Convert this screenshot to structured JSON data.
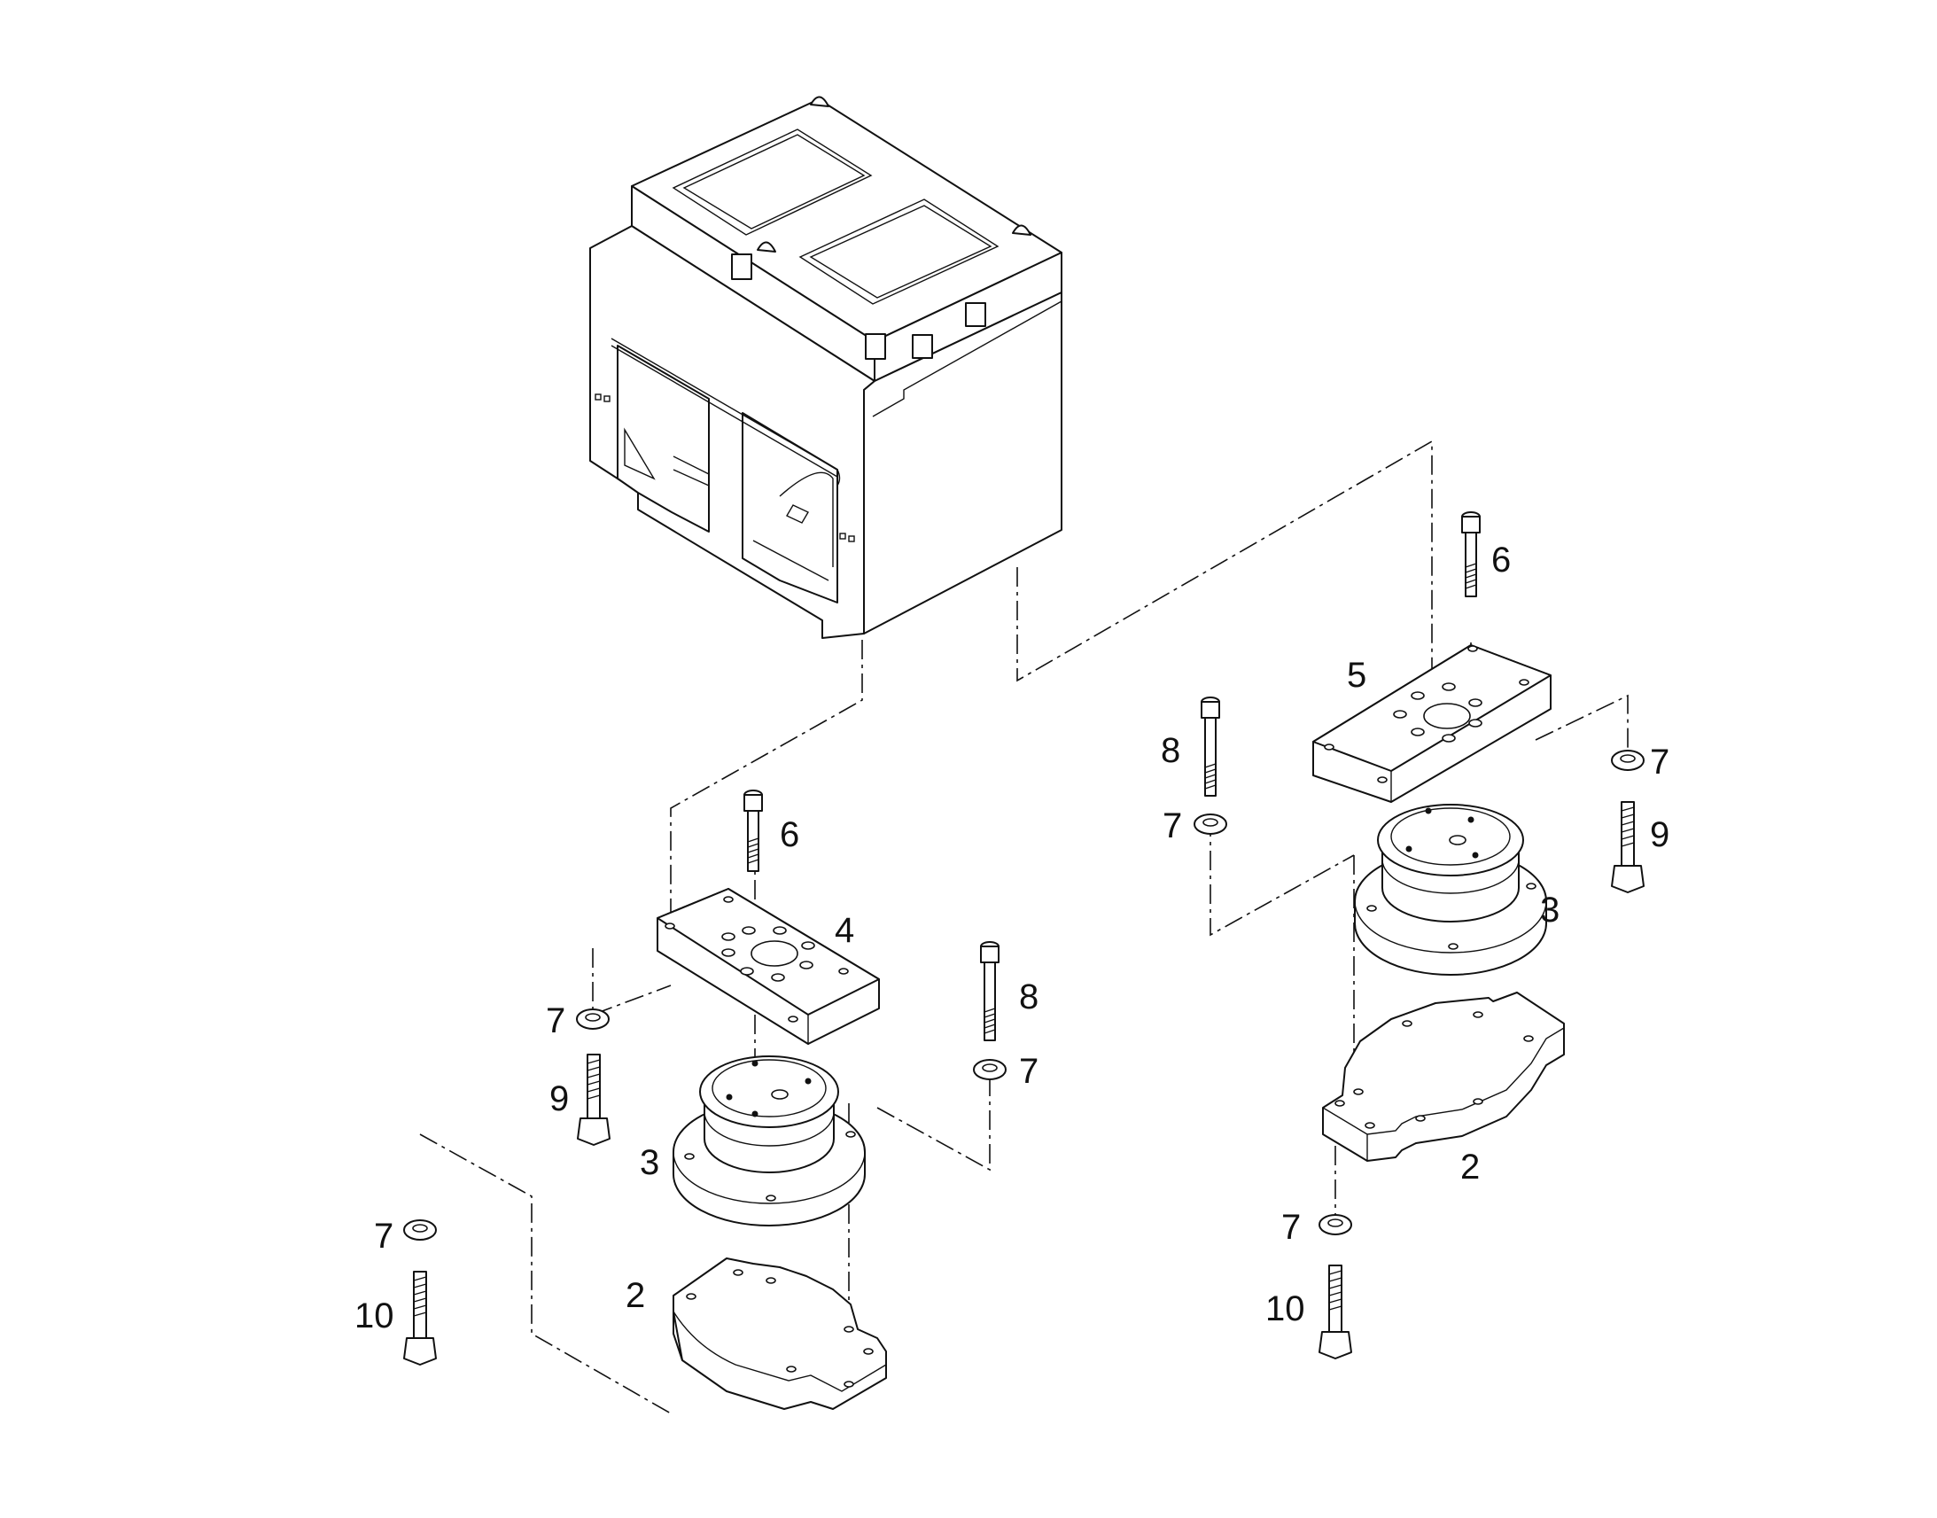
{
  "callouts": {
    "left": {
      "c2": "2",
      "c3": "3",
      "c4": "4",
      "c6": "6",
      "c7a": "7",
      "c7b": "7",
      "c7c": "7",
      "c8": "8",
      "c9": "9",
      "c10": "10"
    },
    "right": {
      "c2": "2",
      "c3": "3",
      "c5": "5",
      "c6": "6",
      "c7a": "7",
      "c7b": "7",
      "c7c": "7",
      "c8": "8",
      "c9": "9",
      "c10": "10"
    }
  }
}
